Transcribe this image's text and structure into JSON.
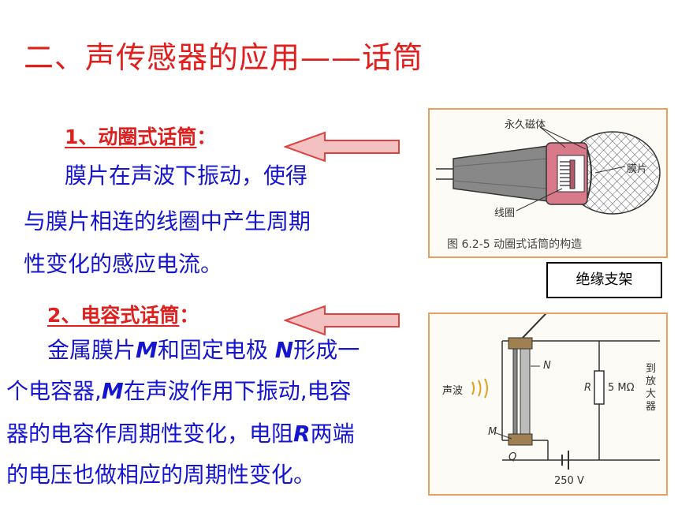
{
  "title": "二、声传感器的应用——话筒",
  "dynamic_mic": {
    "heading": "1、动圈式话筒",
    "heading_suffix": "：",
    "lines": [
      "膜片在声波下振动，使得",
      "与膜片相连的线圈中产生周期",
      "性变化的感应电流。"
    ],
    "figure": {
      "label_magnet": "永久磁体",
      "label_diaphragm": "膜片",
      "label_coil": "线圈",
      "caption": "图 6.2-5  动圈式话筒的构造"
    }
  },
  "condenser_mic": {
    "heading": "2、电容式话筒",
    "heading_suffix": "：",
    "lines": [
      {
        "a": "金属膜片",
        "b": "M",
        "c": "和固定电极 ",
        "d": "N",
        "e": "形成一"
      },
      {
        "a": "个电容器,",
        "b": "M",
        "c": "在声波作用下振动,电容"
      },
      {
        "a": "器的电容作周期性变化，电阻",
        "b": "R",
        "c": "两端"
      },
      {
        "a": "的电压也做相应的周期性变化。"
      }
    ],
    "figure": {
      "callout": "绝缘支架",
      "label_sound": "声波",
      "label_N": "N",
      "label_R": "R",
      "label_value": "5 MΩ",
      "label_amp": [
        "到",
        "放",
        "大",
        "器"
      ],
      "label_M": "M",
      "label_Q": "Q",
      "label_voltage": "250 V"
    }
  },
  "colors": {
    "title": "#e0201e",
    "body": "#1515d0",
    "arrow": "#f3c1c1",
    "arrow_stroke": "#e04040",
    "figure_border": "#e8a060"
  }
}
